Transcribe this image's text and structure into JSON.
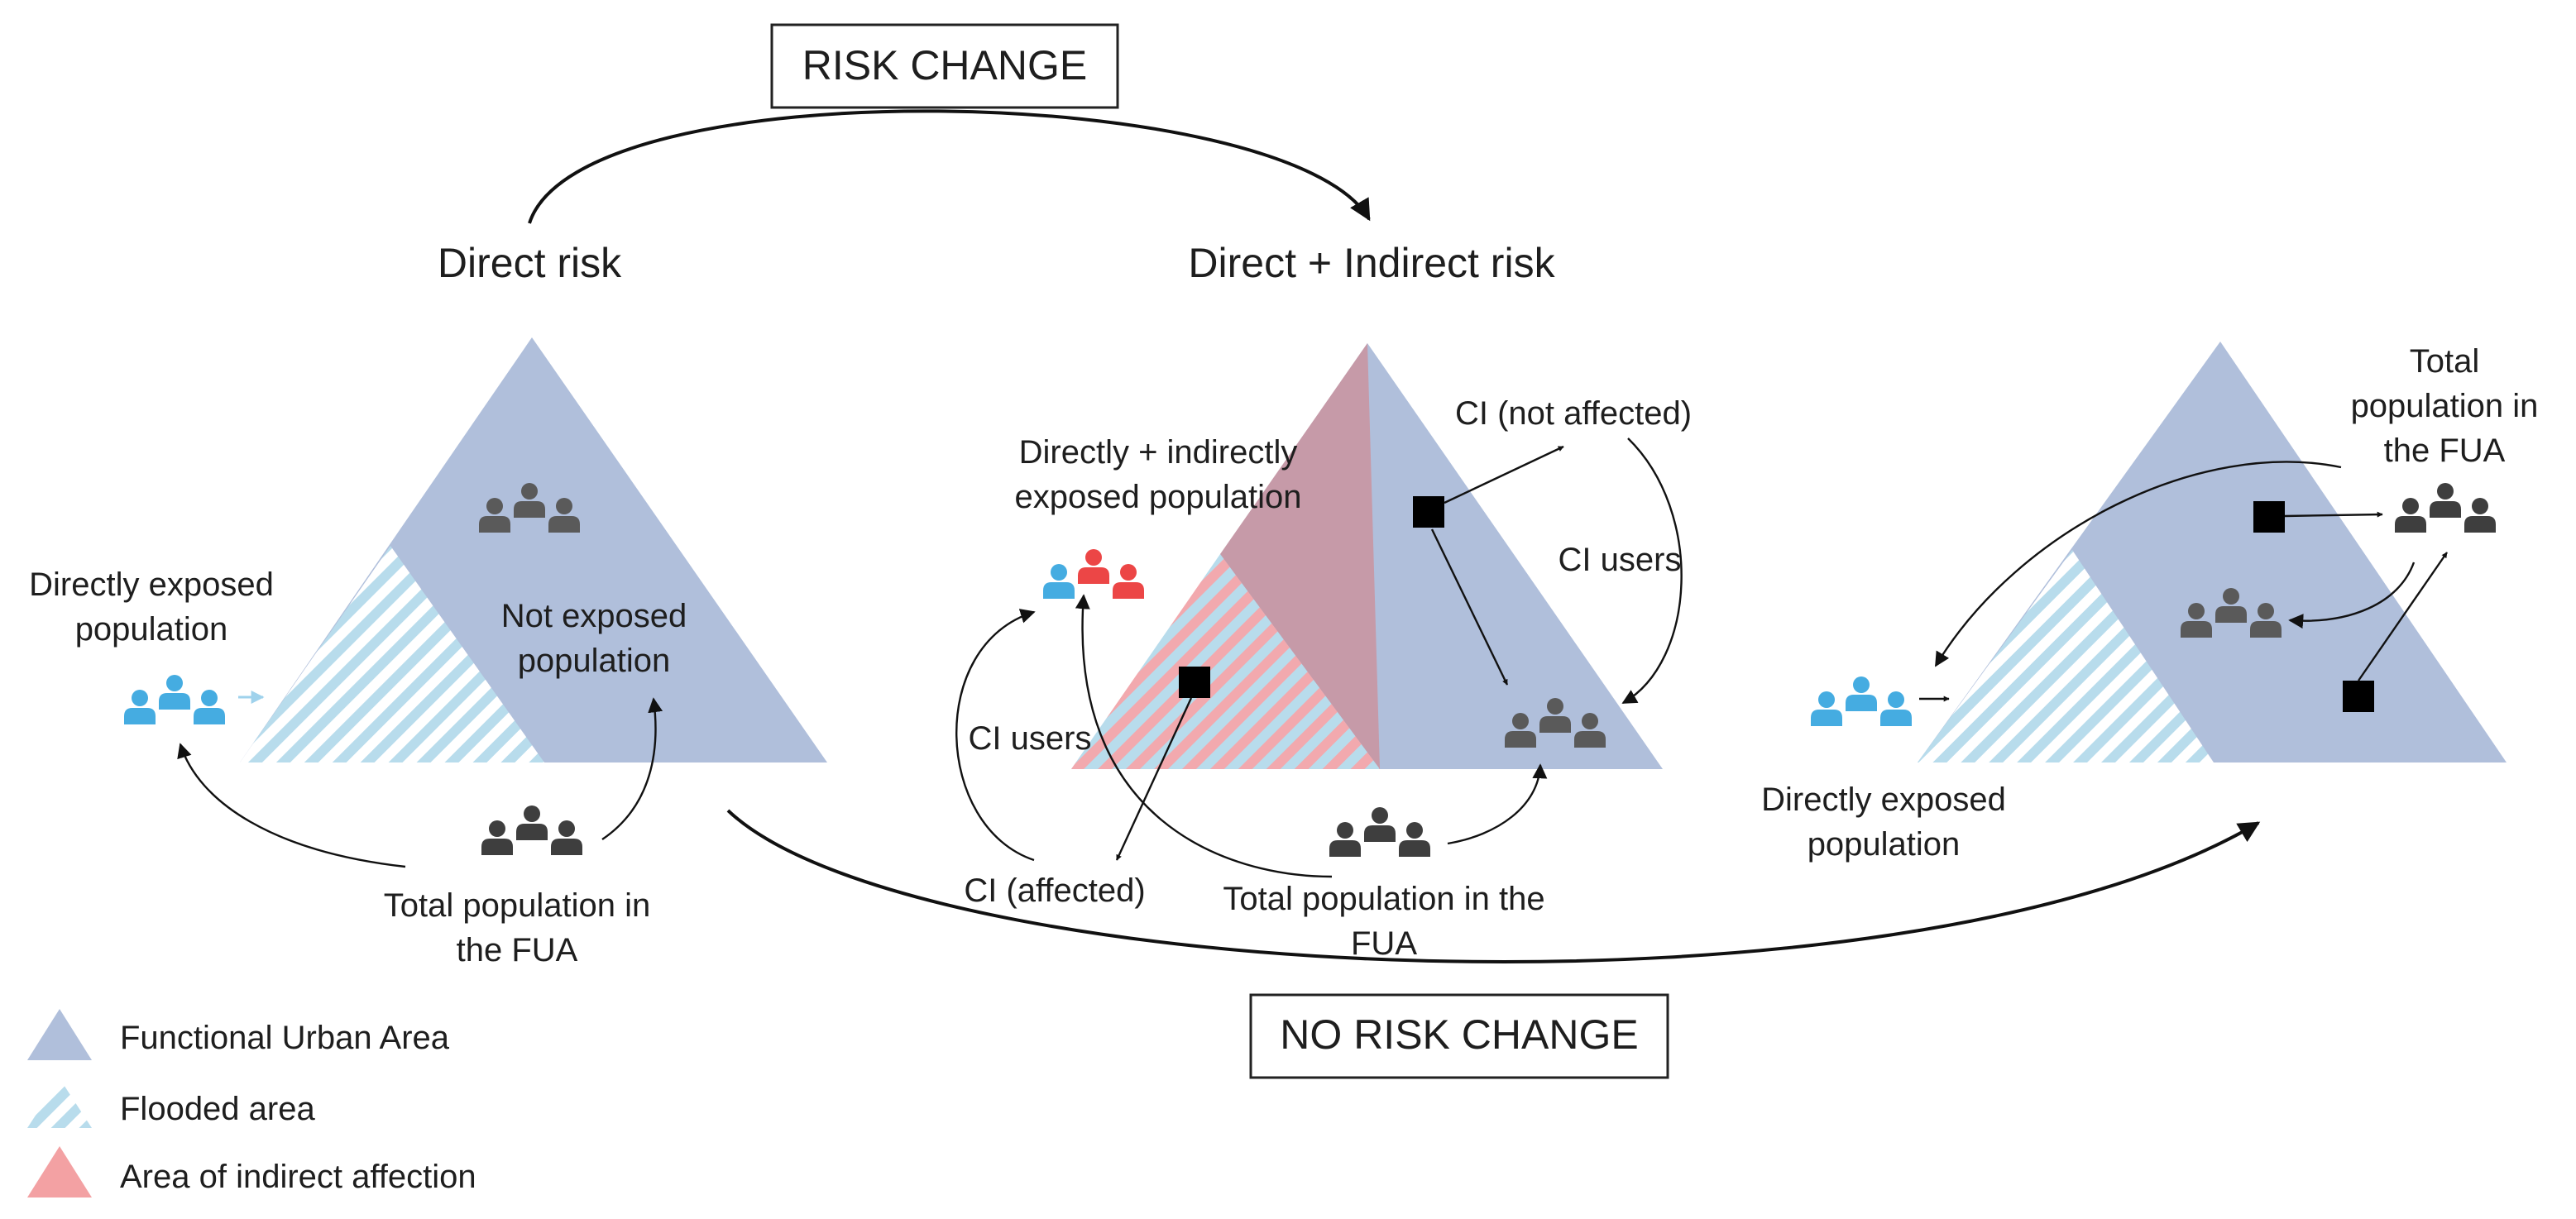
{
  "top_box": "RISK CHANGE",
  "bottom_box": "NO RISK CHANGE",
  "titles": {
    "direct": "Direct risk",
    "direct_indirect": "Direct + Indirect risk"
  },
  "panel1": {
    "exposed_l1": "Directly exposed",
    "exposed_l2": "population",
    "not_exposed_l1": "Not exposed",
    "not_exposed_l2": "population",
    "total_l1": "Total population in",
    "total_l2": "the FUA"
  },
  "panel2": {
    "exposed_l1": "Directly + indirectly",
    "exposed_l2": "exposed population",
    "ci_not_affected": "CI (not affected)",
    "ci_users_right": "CI users",
    "ci_users_left": "CI users",
    "ci_affected": "CI (affected)",
    "total_l1": "Total population in the",
    "total_l2": "FUA"
  },
  "panel3": {
    "total_l1": "Total",
    "total_l2": "population in",
    "total_l3": "the FUA",
    "exposed_l1": "Directly exposed",
    "exposed_l2": "population"
  },
  "legend": {
    "fua": "Functional Urban Area",
    "flooded": "Flooded area",
    "indirect": "Area of indirect affection"
  },
  "colors": {
    "fua_blue": "#b0bfdb",
    "hatch_light_blue": "#b8dcec",
    "hatch_pink": "#f2a9ae",
    "indirect_mauve": "#c69aa8",
    "indirect_pink": "#f3a1a3",
    "people_dark": "#3e3e3e",
    "people_grey": "#6a6a6a",
    "people_blue": "#45ace1",
    "people_red": "#ec4646"
  },
  "icons": [
    "people-group-icon",
    "ci-square-icon",
    "arrow-icon"
  ]
}
